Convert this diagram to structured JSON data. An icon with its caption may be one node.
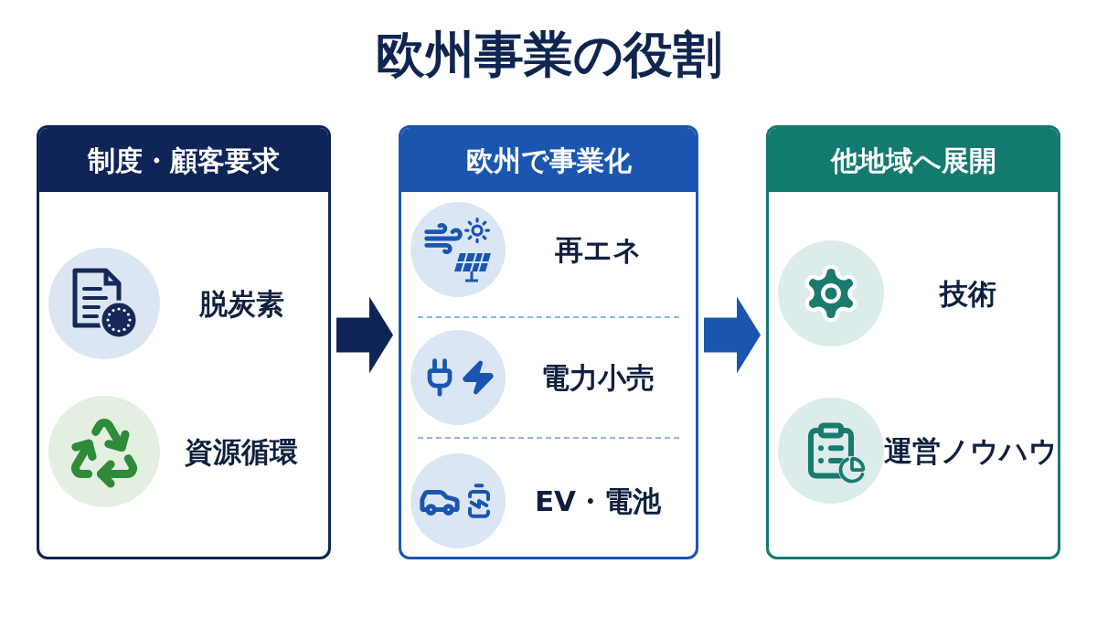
{
  "diagram": {
    "title": "欧州事業の役割",
    "nodes": [
      {
        "text": [
          "制度・顧客要求"
        ]
      },
      {
        "text": [
          "脱炭素"
        ],
        "in": 0
      },
      {
        "text": [
          "資源循環"
        ],
        "in": 0
      },
      {
        "text": [
          "欧州で事業化"
        ]
      },
      {
        "text": [
          "再エネ"
        ],
        "in": 3
      },
      {
        "text": [
          "電力小売"
        ],
        "in": 3
      },
      {
        "text": [
          "EV・電池"
        ],
        "in": 3
      },
      {
        "text": [
          "他地域へ展開"
        ]
      },
      {
        "text": [
          "技術"
        ],
        "in": 7
      },
      {
        "text": [
          "運営ノウハウ"
        ],
        "in": 7
      }
    ],
    "edges": [
      {
        "from": 0,
        "to": 3,
        "arrow": "to",
        "color": "#0e2456"
      },
      {
        "from": 3,
        "to": 7,
        "arrow": "to",
        "color": "#1a56b0"
      }
    ]
  }
}
